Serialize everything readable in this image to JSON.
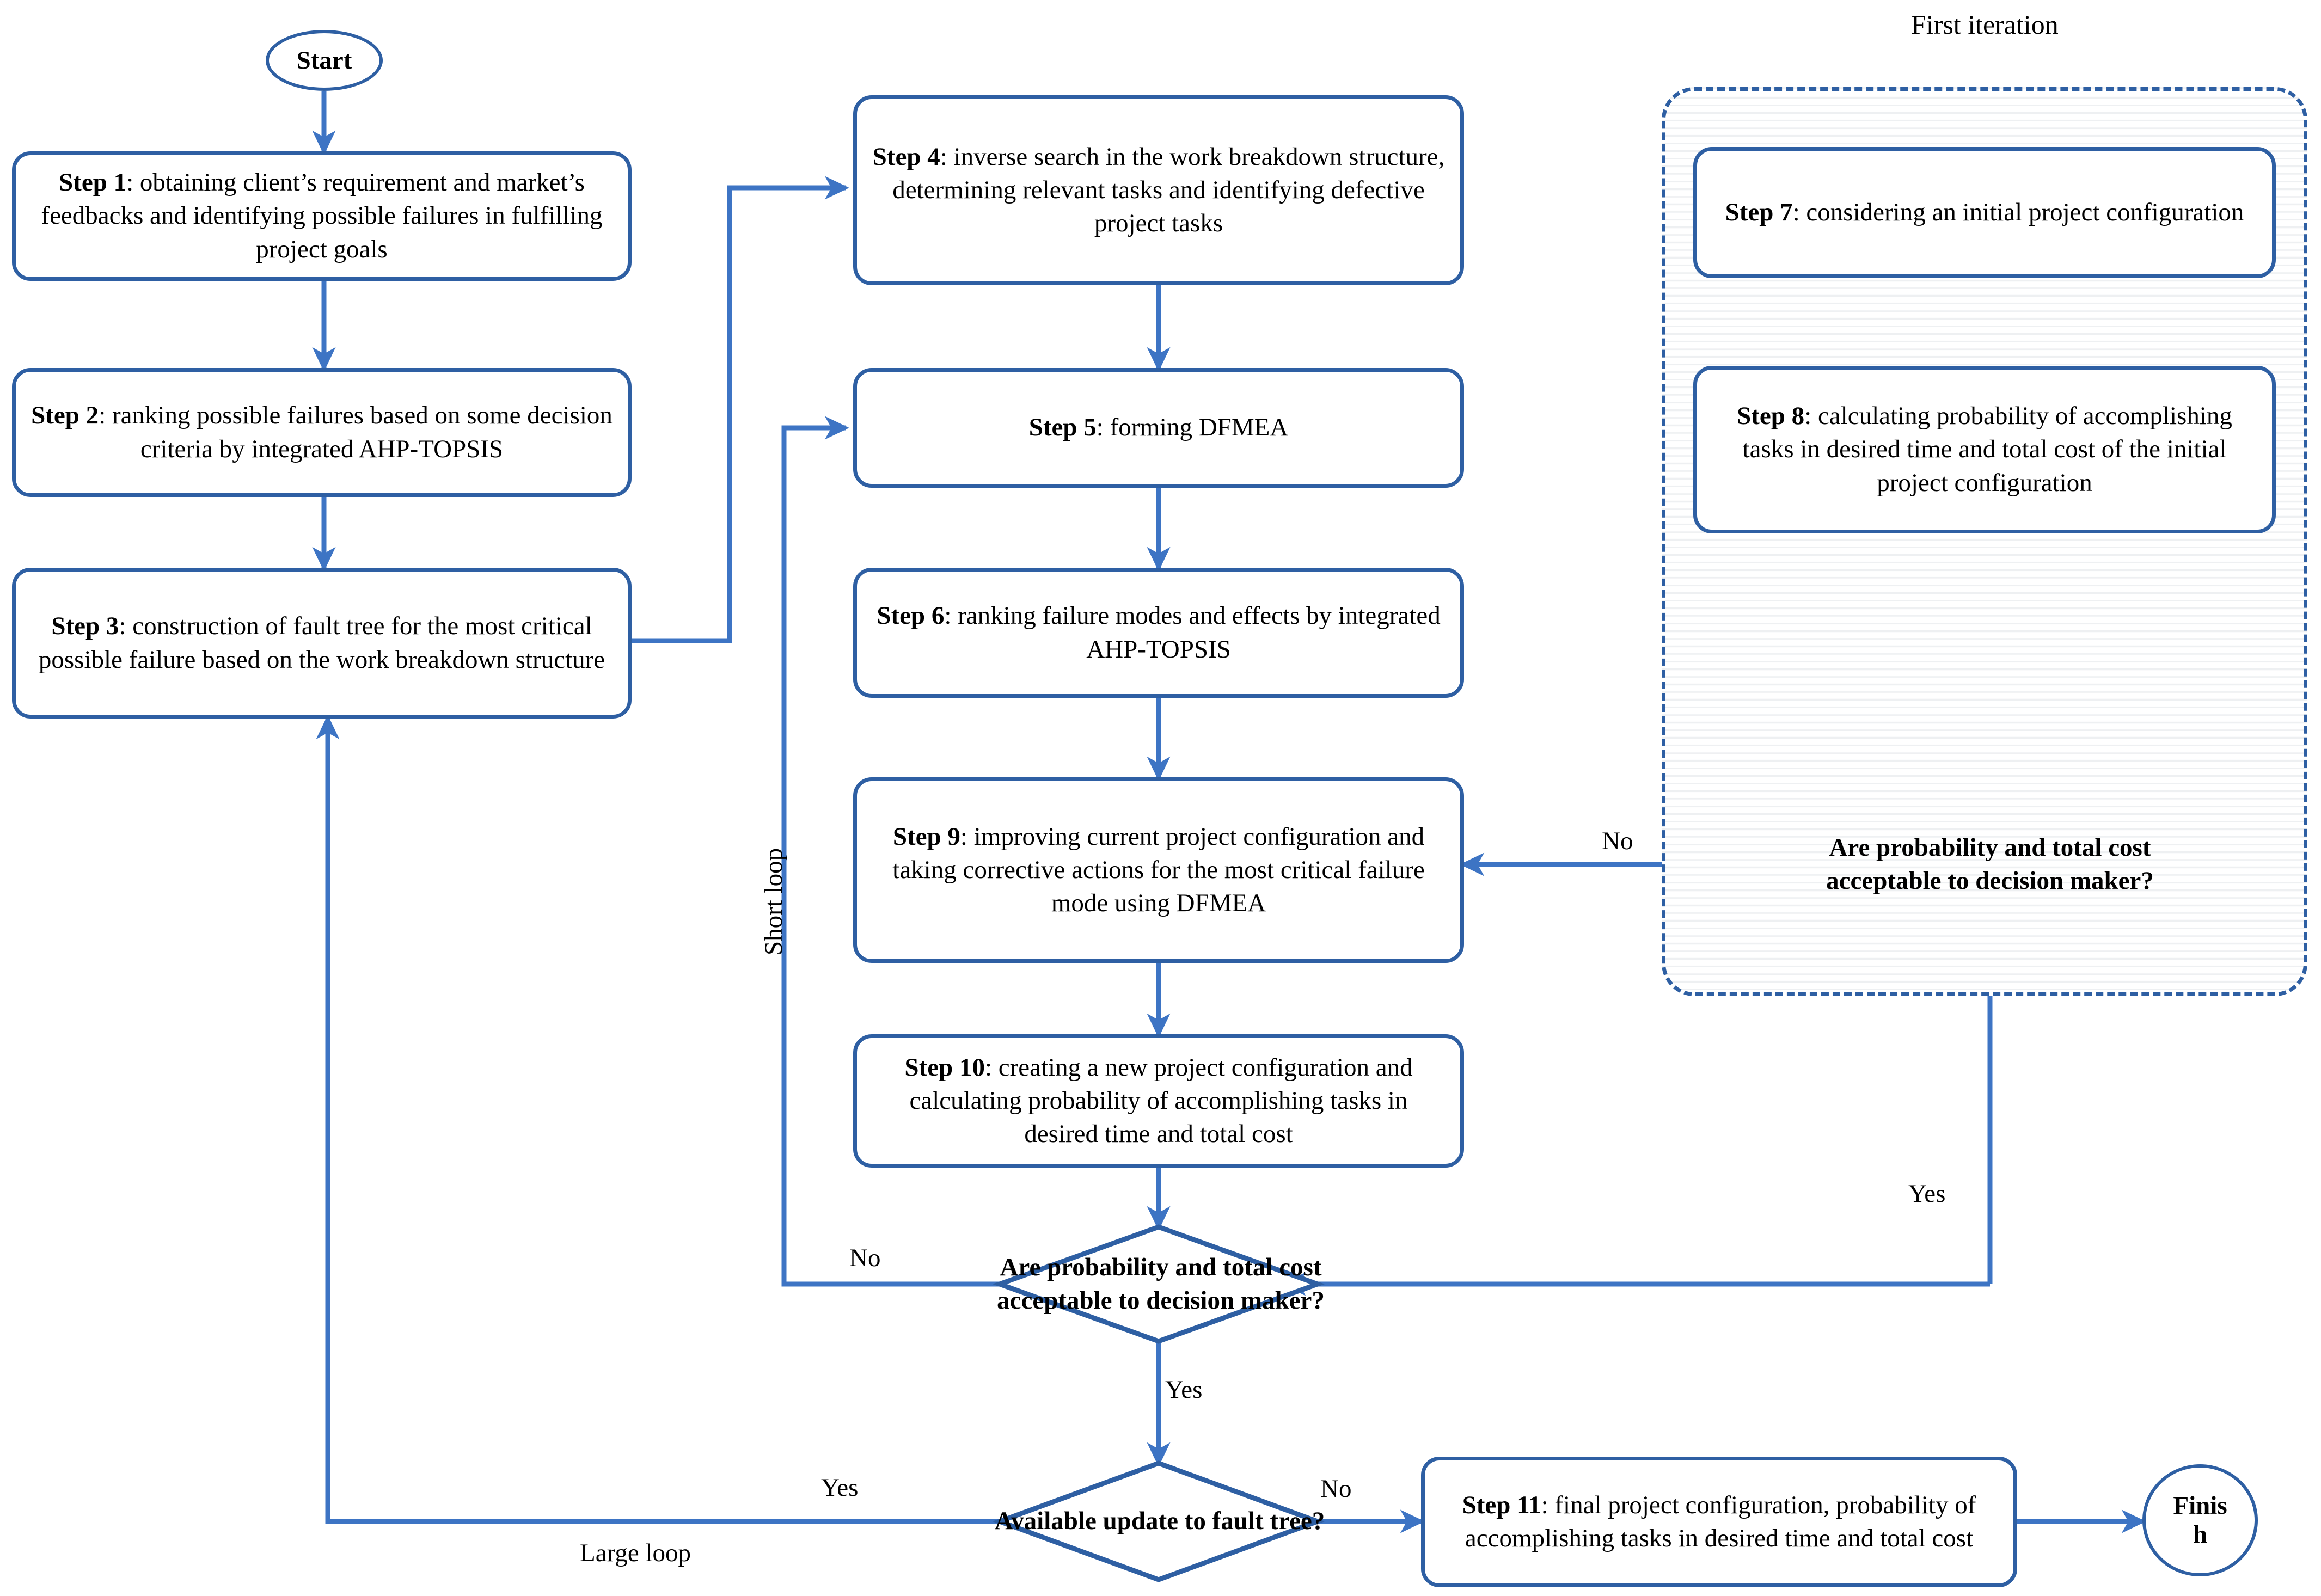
{
  "diagram": {
    "title_label": "First iteration",
    "type": "flowchart",
    "accent_color": "#2E5FA3",
    "background_color": "#FFFFFF",
    "text_color": "#000000"
  },
  "terminators": {
    "start": "Start",
    "finish_line1": "Finis",
    "finish_line2": "h"
  },
  "steps": {
    "step1": {
      "bold": "Step 1",
      "text": ": obtaining client’s requirement and market’s feedbacks and identifying possible failures in fulfilling project goals"
    },
    "step2": {
      "bold": "Step 2",
      "text": ": ranking possible failures based on some decision criteria by integrated AHP-TOPSIS"
    },
    "step3": {
      "bold": "Step 3",
      "text": ": construction of fault tree for the most critical possible failure based on the work breakdown structure"
    },
    "step4": {
      "bold": "Step 4",
      "text": ": inverse search in the work breakdown structure, determining relevant tasks and identifying defective project tasks"
    },
    "step5": {
      "bold": "Step 5",
      "text": ": forming DFMEA"
    },
    "step6": {
      "bold": "Step 6",
      "text": ": ranking failure modes and effects by integrated AHP-TOPSIS"
    },
    "step7": {
      "bold": "Step 7",
      "text": ": considering an initial project configuration"
    },
    "step8": {
      "bold": "Step 8",
      "text": ": calculating probability of accomplishing tasks in desired time and total cost of the initial project configuration"
    },
    "step9": {
      "bold": "Step 9",
      "text": ": improving current project configuration and taking corrective actions for the most critical failure mode using DFMEA"
    },
    "step10": {
      "bold": "Step 10",
      "text": ": creating a new project configuration and calculating probability of accomplishing tasks in desired time and total cost"
    },
    "step11": {
      "bold": "Step 11",
      "text": ": final project configuration, probability of accomplishing tasks in desired time and total cost"
    }
  },
  "decisions": {
    "first_iteration_check_line1": "Are probability and total cost",
    "first_iteration_check_line2": "acceptable to decision  maker?",
    "main_check_line1": "Are probability and total cost",
    "main_check_line2": "acceptable to decision  maker?",
    "fault_tree_check": "Available  update to fault tree?"
  },
  "edge_labels": {
    "first_iteration_no": "No",
    "first_iteration_yes": "Yes",
    "main_check_no": "No",
    "main_check_yes": "Yes",
    "fault_tree_yes": "Yes",
    "fault_tree_no": "No",
    "short_loop": "Short loop",
    "large_loop": "Large loop"
  }
}
